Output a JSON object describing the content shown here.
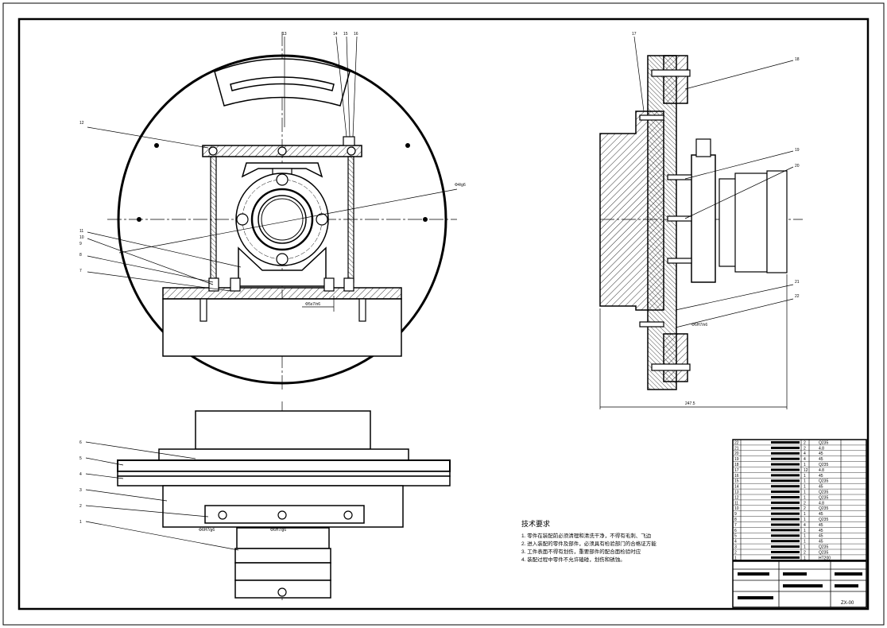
{
  "drawing": {
    "number": "ZX-00",
    "border_color": "#000000",
    "hatch_color": "#000000"
  },
  "balloons": {
    "top_view": [
      "13",
      "14",
      "15",
      "16",
      "12",
      "11",
      "10",
      "9",
      "8",
      "7"
    ],
    "side_view": [
      "17",
      "18",
      "19",
      "20",
      "21",
      "22"
    ],
    "front_view": [
      "6",
      "5",
      "4",
      "3",
      "2",
      "1"
    ]
  },
  "dimensions": {
    "bore_top": "Φ4/g6",
    "pin_fit": "Φ5s7/n6",
    "side_fit": "Φ6H7/n6",
    "overall_length": "247.5",
    "base_fit_left": "Φ6H7/g6",
    "base_fit_right": "Φ6H7/g6"
  },
  "technical_requirements": {
    "title": "技术要求",
    "lines": [
      "1. 零件在装配前必须清理和清洗干净，不得有毛刺、飞边",
      "2. 进入装配的零件及部件，必须具有检验部门的合格证方能",
      "3. 工件表面不得有划伤，重要部件的配合面检验时应",
      "4. 装配过程中零件不允许磕碰，划伤和锈蚀。"
    ]
  },
  "parts_list": {
    "rows": [
      {
        "no": "22",
        "qty": "2",
        "mat": "Q235",
        "note": ""
      },
      {
        "no": "21",
        "qty": "2",
        "mat": "4.8",
        "note": ""
      },
      {
        "no": "20",
        "qty": "4",
        "mat": "45",
        "note": ""
      },
      {
        "no": "19",
        "qty": "4",
        "mat": "45",
        "note": ""
      },
      {
        "no": "18",
        "qty": "1",
        "mat": "Q235",
        "note": ""
      },
      {
        "no": "17",
        "qty": "12",
        "mat": "4.8",
        "note": ""
      },
      {
        "no": "16",
        "qty": "1",
        "mat": "45",
        "note": ""
      },
      {
        "no": "15",
        "qty": "1",
        "mat": "Q235",
        "note": ""
      },
      {
        "no": "14",
        "qty": "1",
        "mat": "45",
        "note": ""
      },
      {
        "no": "13",
        "qty": "1",
        "mat": "Q235",
        "note": ""
      },
      {
        "no": "12",
        "qty": "1",
        "mat": "Q235",
        "note": ""
      },
      {
        "no": "11",
        "qty": "2",
        "mat": "4.8",
        "note": ""
      },
      {
        "no": "10",
        "qty": "2",
        "mat": "Q235",
        "note": ""
      },
      {
        "no": "9",
        "qty": "1",
        "mat": "45",
        "note": ""
      },
      {
        "no": "8",
        "qty": "1",
        "mat": "Q235",
        "note": ""
      },
      {
        "no": "7",
        "qty": "4",
        "mat": "45",
        "note": ""
      },
      {
        "no": "6",
        "qty": "1",
        "mat": "45",
        "note": ""
      },
      {
        "no": "5",
        "qty": "1",
        "mat": "45",
        "note": ""
      },
      {
        "no": "4",
        "qty": "1",
        "mat": "45",
        "note": ""
      },
      {
        "no": "3",
        "qty": "1",
        "mat": "Q235",
        "note": ""
      },
      {
        "no": "2",
        "qty": "2",
        "mat": "Q235",
        "note": ""
      },
      {
        "no": "1",
        "qty": "1",
        "mat": "HT200",
        "note": ""
      }
    ]
  }
}
